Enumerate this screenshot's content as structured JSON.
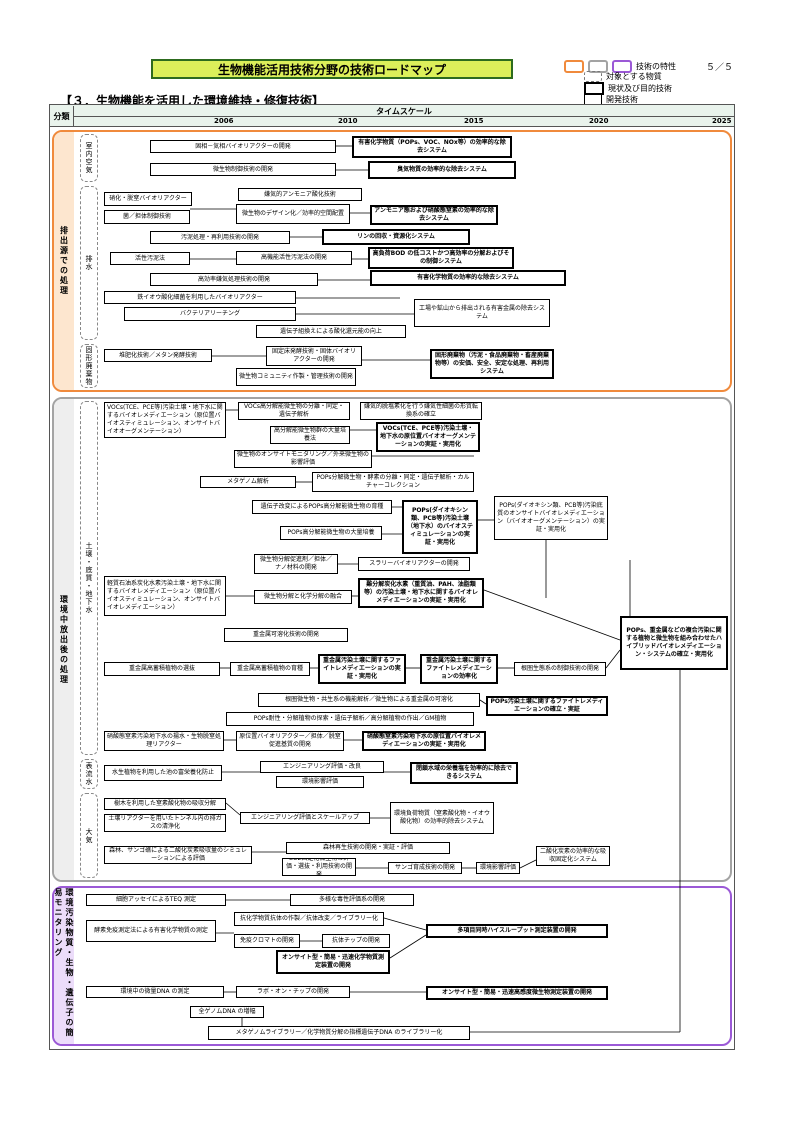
{
  "title": "生物機能活用技術分野の技術ロードマップ",
  "page_no": "５／５",
  "section_title": "【３．生物機能を活用した環境維持・修復技術】",
  "header": {
    "bunrui": "分類",
    "timescale": "タイムスケール",
    "years": [
      "2006",
      "2010",
      "2015",
      "2020",
      "2025"
    ]
  },
  "legend": [
    {
      "label": "技術の特性",
      "colors": [
        "#f08a3c",
        "#a3a3a3",
        "#9b59d6"
      ]
    },
    {
      "label": "対象とする物質"
    },
    {
      "label": "現状及び目的技術"
    },
    {
      "label": "開発技術"
    }
  ],
  "groups": {
    "g1": "排出源での処理",
    "g2": "環境中放出後の処理",
    "g3": "環境汚染物質・生物・遺伝子の簡易モニタリング"
  },
  "subgroups": {
    "s1": "室内空気",
    "s2": "排水",
    "s3": "固形廃棄物",
    "s4": "土壌・底質・地下水",
    "s5": "表流水",
    "s6": "大気"
  },
  "boxes": {
    "a1": "固相－気相バイオリアクターの開発",
    "a2": "有害化学物質（POPs、VOC、NOx等）の効率的な除去システム",
    "a3": "微生物制御技術の開発",
    "a4": "臭気物質の効率的な除去システム",
    "b1": "硝化・脱窒バイオリアクター",
    "b2": "嫌気的アンモニア酸化技術",
    "b3": "菌／担体制御技術",
    "b4": "微生物のデザイン化／効率的空間配置",
    "b5": "アンモニア態および硝酸態窒素の効率的な除去システム",
    "b6": "汚泥処理・再利用技術の開発",
    "b7": "リンの回収・資源化システム",
    "b8": "活性汚泥法",
    "b9": "高機能活性汚泥法の開発",
    "b10": "高負荷BOD の低コストかつ高効率の分解およびその制御システム",
    "b11": "高効率嫌気処理技術の開発",
    "b12": "有害化学物質の効率的な除去システム",
    "b13": "鉄イオウ酸化細菌を利用したバイオリアクター",
    "b14": "バクテリアリーチング",
    "b15": "工場や鉱山から排出される有害金属の除去システム",
    "b16": "遺伝子組換えによる酸化還元能の向上",
    "c1": "堆肥化技術／メタン発酵技術",
    "c2": "固定床発酵技術・固体バイオリアクターの開発",
    "c3": "固形廃棄物（汚泥・食品廃棄物・畜産廃棄物等）の安価、安全、安定な処理、再利用システム",
    "c4": "微生物コミュニティ作製・管理技術の開発",
    "d1": "VOCs(TCE、PCE等)汚染土壌・地下水に関するバイオレメディエーション（原位置バイオスティミュレーション、オンサイトバイオオーグメンテーション）",
    "d2": "VOCs高分解能微生物の分離・同定・遺伝子解析",
    "d3": "嫌気的脱塩素化を行う嫌気性細菌の形質転換系の確立",
    "d4": "高分解能微生物群の大量培養法",
    "d5": "VOCs(TCE、PCE等)汚染土壌・地下水の原位置バイオオーグメンテーションの実証・実用化",
    "d6": "微生物のオンサイトモニタリング／外来微生物の影響評価",
    "d7": "メタゲノム解析",
    "d8": "POPs分解微生物・酵素の分離・同定・遺伝子解析・カルチャーコレクション",
    "d9": "遺伝子改変によるPOPs高分解能微生物の育種",
    "d10": "POPs高分解能微生物の大量培養",
    "d11": "POPs(ダイオキシン類、PCB等)汚染土壌（地下水）のバイオスティミュレーションの実証・実用化",
    "d12": "POPs(ダイオキシン類、PCB等)汚染底質のオンサイトバイオレメディエーション（バイオオーグメンテーション）の実証・実用化",
    "d13": "微生物分解促進剤／担体／ナノ材料の開発",
    "d14": "スラリーバイオリアクターの開発",
    "d15": "軽質石油系炭化水素汚染土壌・地下水に関するバイオレメディエーション（原位置バイオスティミュレーション、オンサイトバイオレメディエーション）",
    "d16": "微生物分解と化学分解の融合",
    "d17": "難分解炭化水素（重質油、PAH、油脂類等）の汚染土壌・地下水に関するバイオレメディエーションの実証・実用化",
    "d18": "POPs、重金属などの複合汚染に関する植物と微生物を組み合わせたハイブリッドバイオレメディエーション・システムの確立・実用化",
    "d19": "重金属可溶化技術の開発",
    "d20": "重金属高蓄積植物の選抜",
    "d21": "重金属高蓄積植物の育種",
    "d22": "重金属汚染土壌に関するファイトレメディエーションの実証・実用化",
    "d23": "重金属汚染土壌に関するファイトレメディエーションの効率化",
    "d24": "根圏生態系の制御技術の開発",
    "d25": "根圏微生物・共生系の機能解析／微生物による重金属の可溶化",
    "d26": "POPs汚染土壌に関するファイトレメディエーションの確立・実証",
    "d27": "POPs耐性・分解植物の探索・遺伝子解析／高分解植物の作出／GM植物",
    "d28": "硝酸態窒素汚染地下水の揚水・生物脱窒処理リアクター",
    "d29": "原位置バイオリアクター／担体／脱窒促進基質の開発",
    "d30": "硝酸態窒素汚染地下水の原位置バイオレメディエーションの実証・実用化",
    "e1": "水生植物を利用した池の富栄養化防止",
    "e2": "エンジニアリング評価・改良",
    "e3": "環境影響評価",
    "e4": "閉鎖水域の栄養塩を効率的に除去できるシステム",
    "f1": "樹木を利用した窒素酸化物の吸収分解",
    "f2": "エンジニアリング評価とスケールアップ",
    "f3": "環境負荷物質（窒素酸化物・イオウ酸化物）の効率的除去システム",
    "f4": "土壌リアクターを用いたトンネル内の排ガスの清浄化",
    "f5": "森林再生技術の開発・実証・評価",
    "f6": "森林、サンゴ礁による二酸化炭素吸収量のシミュレーションによる評価",
    "f7": "CO2固定化微生物の評価・選抜・利用技術の開発",
    "f8": "サンゴ育成技術の開発",
    "f9": "環境影響評価",
    "f10": "二酸化炭素の効率的な吸収固定化システム",
    "h1": "細胞アッセイによるTEQ 測定",
    "h2": "多様な毒性評価系の開発",
    "h3": "酵素免疫測定法による有害化学物質の測定",
    "h4": "抗化学物質抗体の作製／抗体改変／ライブラリー化",
    "h5": "多項目同時ハイスループット測定装置の開発",
    "h6": "免疫クロマトの開発",
    "h7": "抗体チップの開発",
    "h8": "オンサイト型・簡易・迅速化学物質測定装置の開発",
    "h9": "環境中の微量DNA の測定",
    "h10": "ラボ・オン・チップの開発",
    "h11": "オンサイト型・簡易・迅速高感度微生物測定装置の開発",
    "h12": "全ゲノムDNA の増幅",
    "h13": "メタゲノムライブラリー／化学物質分解の指標遺伝子DNA のライブラリー化"
  }
}
